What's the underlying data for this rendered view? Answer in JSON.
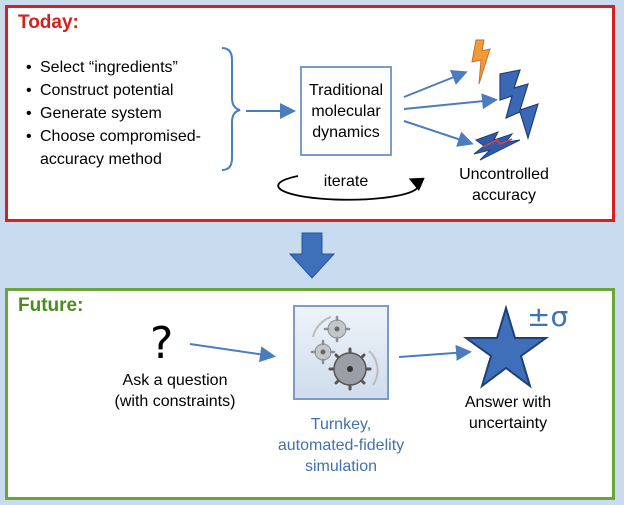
{
  "today": {
    "title": "Today:",
    "steps": [
      "Select “ingredients”",
      "Construct potential",
      "Generate system",
      "Choose compromised-",
      "accuracy method"
    ],
    "method_box": [
      "Traditional",
      "molecular",
      "dynamics"
    ],
    "loop_label": "iterate",
    "result_label": [
      "Uncontrolled",
      "accuracy"
    ]
  },
  "future": {
    "title": "Future:",
    "question_symbol": "?",
    "question_label": [
      "Ask a question",
      "(with constraints)"
    ],
    "simulation_label": [
      "Turnkey,",
      "automated-fidelity",
      "simulation"
    ],
    "answer_symbol": "±σ",
    "answer_label": [
      "Answer with",
      "uncertainty"
    ]
  },
  "colors": {
    "today_border": "#d62020",
    "future_border": "#6aa53a",
    "arrow_blue": "#4a7cc0",
    "background": "#c9dcef"
  }
}
